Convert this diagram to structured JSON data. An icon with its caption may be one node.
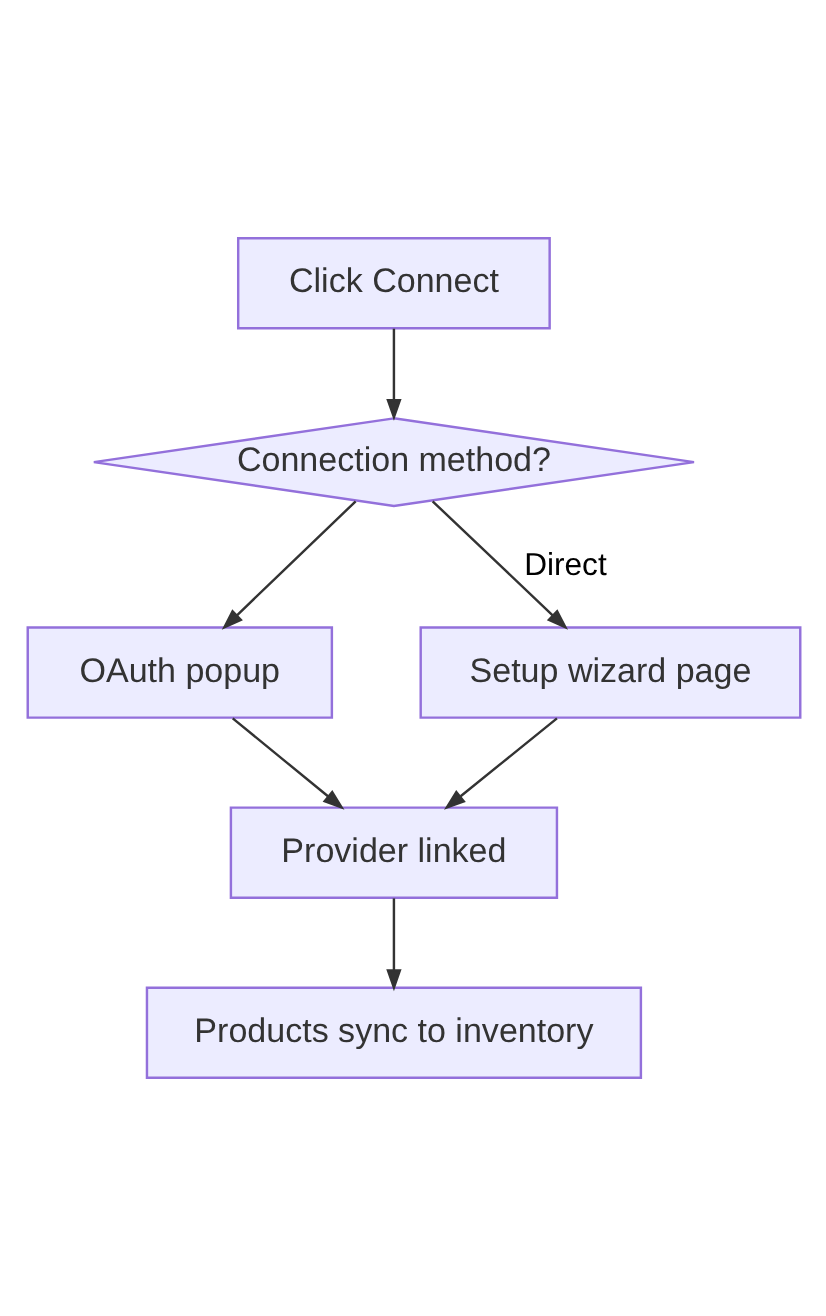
{
  "diagram": {
    "nodes": [
      {
        "text": [
          "Click Connect"
        ]
      },
      {
        "text": [
          "Connection method?"
        ]
      },
      {
        "text": [
          "OAuth popup"
        ]
      },
      {
        "text": [
          "Setup wizard page"
        ]
      },
      {
        "text": [
          "Provider linked"
        ]
      },
      {
        "text": [
          "Products sync to inventory"
        ]
      }
    ],
    "edges": [
      {
        "from": 0,
        "to": 1,
        "arrow": "to"
      },
      {
        "from": 1,
        "to": 2,
        "arrow": "to"
      },
      {
        "from": 1,
        "to": 3,
        "label": "Direct",
        "arrow": "to"
      },
      {
        "from": 2,
        "to": 4,
        "arrow": "to"
      },
      {
        "from": 3,
        "to": 4,
        "arrow": "to"
      },
      {
        "from": 4,
        "to": 5,
        "arrow": "to"
      }
    ]
  }
}
